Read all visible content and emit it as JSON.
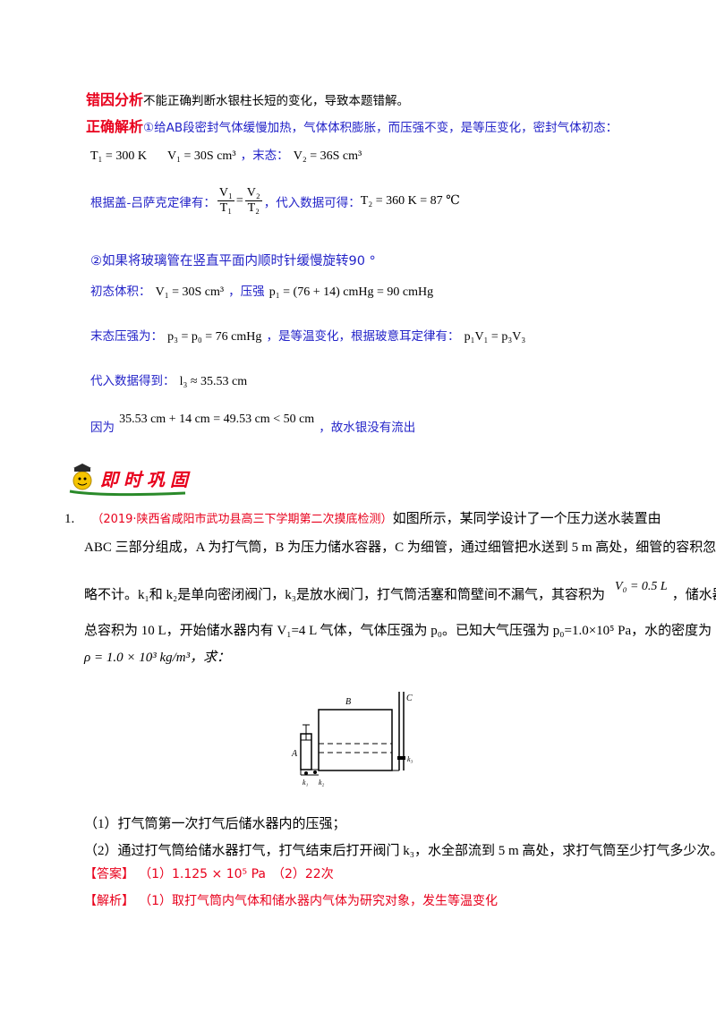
{
  "analysis": {
    "error_label": "错因分析",
    "error_text": "不能正确判断水银柱长短的变化，导致本题错解。",
    "correct_label": "正确解析",
    "step1_text": "①给AB段密封气体缓慢加热，气体体积膨胀，而压强不变，是等压变化，密封气体初态：",
    "initial_T1": "T₁ = 300 K",
    "initial_V1": "V₁ = 30S cm³",
    "final_label": "，末态：",
    "final_V2": "V₂ = 36S cm³",
    "gaylussac_text": "根据盖-吕萨克定律有：",
    "frac_V1": "V₁",
    "frac_T1": "T₁",
    "frac_V2": "V₂",
    "frac_T2": "T₂",
    "substitute_text": "，代入数据可得：",
    "T2_result": "T₂ = 360 K = 87 ℃",
    "step2_text": "②如果将玻璃管在竖直平面内顺时针缓慢旋转90 °",
    "init_vol_label": "初态体积：",
    "init_vol_value": "V₁ = 30S cm³",
    "pressure_label": "，压强",
    "pressure_value": "p₁ = (76 + 14) cmHg = 90 cmHg",
    "final_pressure_label": "末态压强为：",
    "final_pressure_value": "p₃ = p₀ = 76 cmHg",
    "boyle_text": "，是等温变化，根据玻意耳定律有：",
    "boyle_eq": "p₁V₁ = p₃V₃",
    "substitute2_text": "代入数据得到：",
    "l3_value": "l₃ ≈ 35.53 cm",
    "because_label": "因为",
    "because_eq": "35.53 cm + 14 cm = 49.53 cm < 50 cm",
    "conclusion": "，故水银没有流出"
  },
  "banner": {
    "title": "即时巩固"
  },
  "question": {
    "number": "1.",
    "source": "（2019·陕西省咸阳市武功县高三下学期第二次摸底检测）",
    "line1_rest": "如图所示，某同学设计了一个压力送水装置由",
    "line2": "ABC 三部分组成，A 为打气筒，B 为压力储水容器，C 为细管，通过细管把水送到 5 m 高处，细管的容积忽",
    "line3": "略不计。k₁和 k₂是单向密闭阀门，k₃是放水阀门，打气筒活塞和筒壁间不漏气，其容积为",
    "V0": "V₀ = 0.5 L",
    "line3_end": "，储水器",
    "line4": "总容积为 10 L，开始储水器内有 V₁=4 L 气体，气体压强为 p₀。已知大气压强为 p₀=1.0×10⁵ Pa，水的密度为",
    "line5": "ρ = 1.0 × 10³ kg/m³，求：",
    "sub1": "（1）打气筒第一次打气后储水器内的压强；",
    "sub2": "（2）通过打气筒给储水器打气，打气结束后打开阀门 k₃，水全部流到 5 m 高处，求打气筒至少打气多少次。",
    "answer_label": "【答案】",
    "answer_text": "（1）1.125 × 10⁵ Pa　（2）22次",
    "explain_label": "【解析】",
    "explain_text": "（1）取打气筒内气体和储水器内气体为研究对象，发生等温变化"
  },
  "figure": {
    "label_A": "A",
    "label_B": "B",
    "label_C": "C",
    "label_k1": "k₁",
    "label_k2": "k₂",
    "label_k3": "k₃"
  }
}
